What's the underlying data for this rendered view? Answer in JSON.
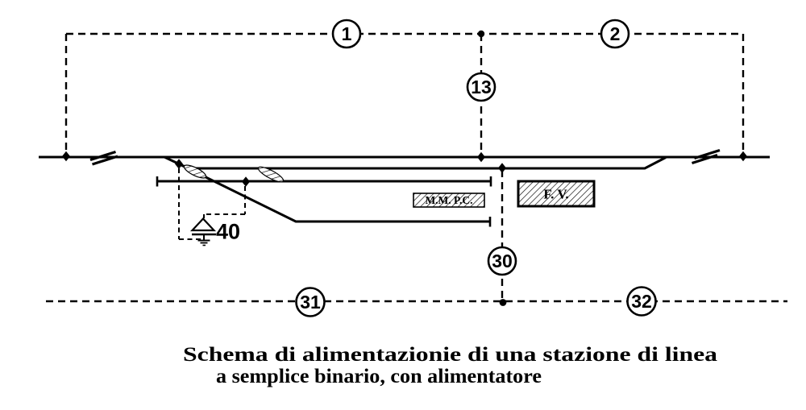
{
  "diagram": {
    "caption": {
      "line1": "Schema di alimentazionie di una stazione di linea",
      "line2": "a semplice binario, con alimentatore"
    },
    "labels": {
      "node1": "1",
      "node2": "2",
      "node13": "13",
      "node30": "30",
      "node31": "31",
      "node32": "32",
      "feeder": "40"
    },
    "buildings": {
      "mm_pc": "M.M. P.C.",
      "fv": "F. V."
    },
    "colors": {
      "ink": "#000000",
      "paper": "#ffffff"
    }
  }
}
